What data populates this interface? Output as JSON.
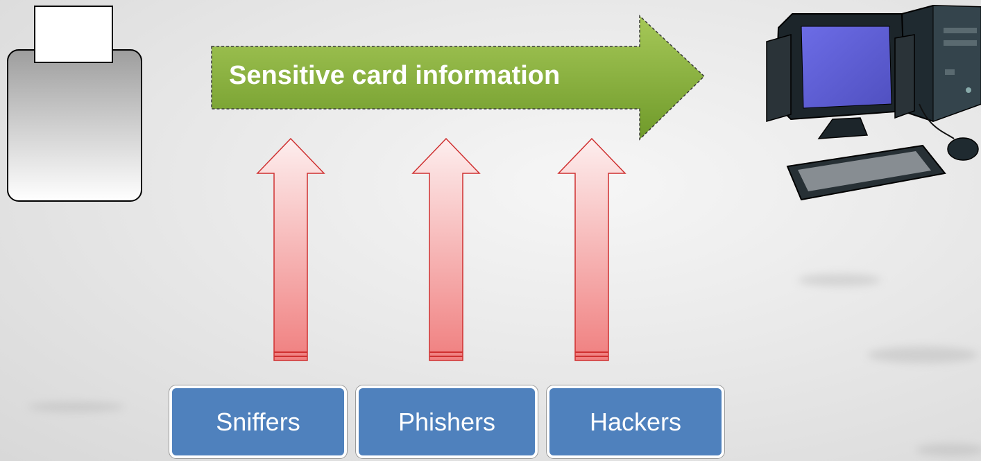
{
  "main_arrow": {
    "label": "Sensitive card information"
  },
  "threats": [
    {
      "label": "Sniffers"
    },
    {
      "label": "Phishers"
    },
    {
      "label": "Hackers"
    }
  ],
  "icons": {
    "card_reader": "card-reader-icon",
    "computer": "desktop-computer-icon"
  },
  "colors": {
    "main_arrow": "#8bb23a",
    "threat_arrow": "#f08080",
    "threat_box": "#4f81bd"
  }
}
